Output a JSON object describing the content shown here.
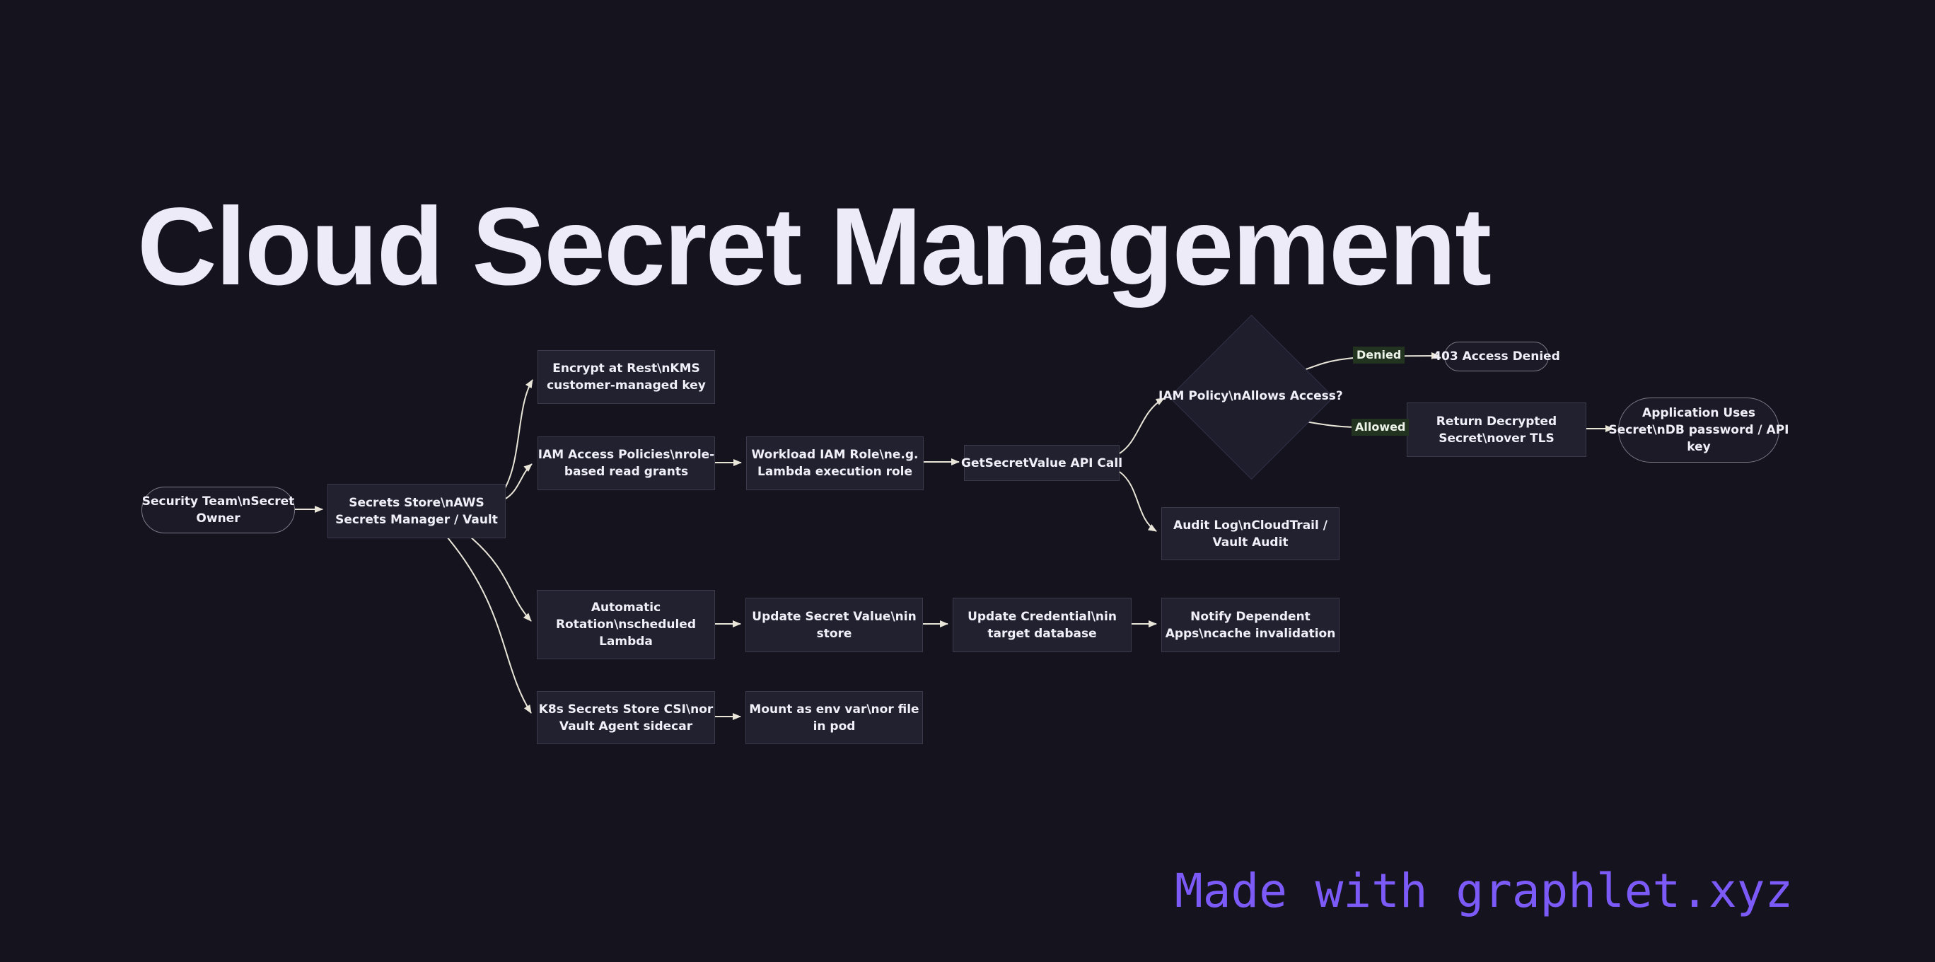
{
  "title": "Cloud Secret Management",
  "watermark": "Made with graphlet.xyz",
  "colors": {
    "background": "#14131e",
    "node_fill": "#22212f",
    "pill_border": "#7b7a87",
    "edge": "#e9e5d8",
    "edge_label_bg": "#223320",
    "title": "#ecebf7",
    "watermark": "#7b5af8"
  },
  "nodes": {
    "security_team": {
      "line1": "Security Team\\nSecret",
      "line2": "Owner"
    },
    "secrets_store": {
      "line1": "Secrets Store\\nAWS",
      "line2": "Secrets Manager / Vault"
    },
    "encrypt_rest": {
      "line1": "Encrypt at Rest\\nKMS",
      "line2": "customer-managed key"
    },
    "iam_access": {
      "line1": "IAM Access Policies\\nrole-",
      "line2": "based read grants"
    },
    "workload_role": {
      "line1": "Workload IAM Role\\ne.g.",
      "line2": "Lambda execution role"
    },
    "get_secret": {
      "line1": "GetSecretValue API Call"
    },
    "iam_policy": {
      "line1": "IAM Policy\\nAllows Access?"
    },
    "denied_403": {
      "line1": "403 Access Denied"
    },
    "return_decrypted": {
      "line1": "Return Decrypted",
      "line2": "Secret\\nover TLS"
    },
    "app_uses": {
      "line1": "Application Uses",
      "line2": "Secret\\nDB password / API",
      "line3": "key"
    },
    "audit_log": {
      "line1": "Audit Log\\nCloudTrail /",
      "line2": "Vault Audit"
    },
    "auto_rotation": {
      "line1": "Automatic",
      "line2": "Rotation\\nscheduled",
      "line3": "Lambda"
    },
    "update_secret": {
      "line1": "Update Secret Value\\nin",
      "line2": "store"
    },
    "update_credential": {
      "line1": "Update Credential\\nin",
      "line2": "target database"
    },
    "notify_apps": {
      "line1": "Notify Dependent",
      "line2": "Apps\\ncache invalidation"
    },
    "k8s_csi": {
      "line1": "K8s Secrets Store CSI\\nor",
      "line2": "Vault Agent sidecar"
    },
    "mount_env": {
      "line1": "Mount as env var\\nor file",
      "line2": "in pod"
    }
  },
  "edge_labels": {
    "denied": "Denied",
    "allowed": "Allowed"
  }
}
